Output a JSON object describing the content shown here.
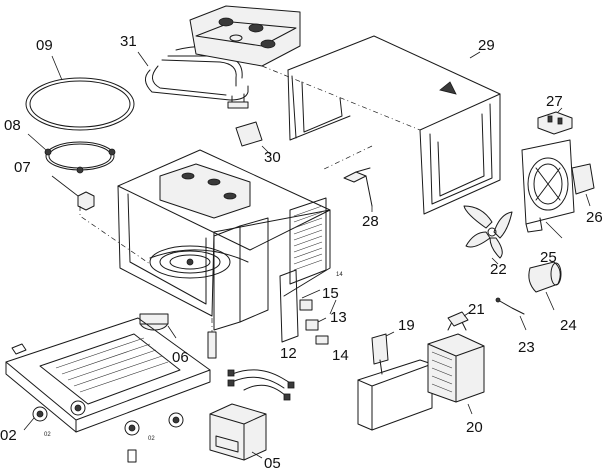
{
  "diagram": {
    "part_labels": {
      "p09": "09",
      "p31": "31",
      "p29": "29",
      "p27": "27",
      "p08": "08",
      "p07": "07",
      "p30": "30",
      "p28": "28",
      "p26": "26",
      "p25": "25",
      "p22": "22",
      "p15": "15",
      "p13": "13",
      "p24": "24",
      "p21": "21",
      "p19": "19",
      "p12": "12",
      "p14": "14",
      "p06": "06",
      "p23": "23",
      "p02": "02",
      "p20": "20",
      "p05": "05"
    },
    "small_marks": {
      "m14": "14",
      "m02a": "02",
      "m02b": "02"
    }
  }
}
